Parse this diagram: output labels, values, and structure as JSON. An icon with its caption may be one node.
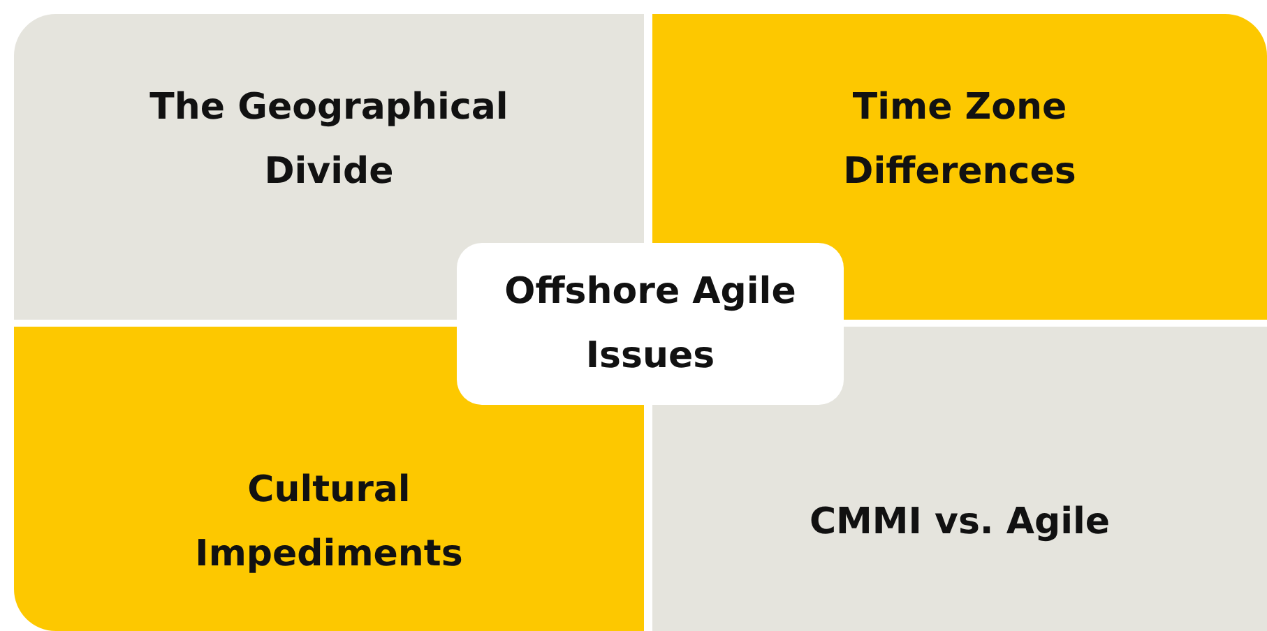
{
  "diagram": {
    "nodes": [
      {
        "text": [
          "The Geographical Divide"
        ]
      },
      {
        "text": [
          "Time Zone Differences"
        ]
      },
      {
        "text": [
          "Offshore Agile Issues"
        ]
      },
      {
        "text": [
          "Cultural Impediments"
        ]
      },
      {
        "text": [
          "CMMI vs. Agile"
        ]
      }
    ]
  }
}
